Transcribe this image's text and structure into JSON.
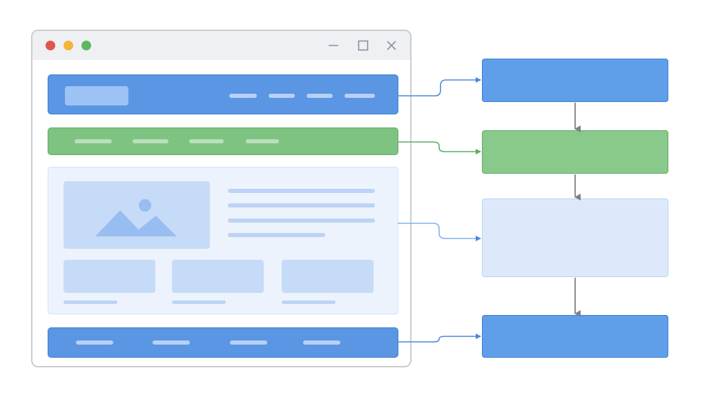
{
  "window": {
    "controls": {
      "close_color": "#e4544b",
      "minimize_color": "#f2b534",
      "maximize_color": "#5cb85c",
      "icons": [
        "minimize-icon",
        "maximize-icon",
        "close-icon"
      ]
    }
  },
  "wireframe": {
    "header": {
      "color": "#5a96e3",
      "nav_items": 4
    },
    "nav": {
      "color": "#7ec382",
      "items": 4
    },
    "content": {
      "color": "#ecf3fd",
      "image_icon": "image-icon",
      "text_lines": 4,
      "cards": 3
    },
    "footer": {
      "color": "#5a96e3",
      "items": 4
    }
  },
  "flow": {
    "boxes": [
      {
        "role": "header",
        "color": "#5f9ee8"
      },
      {
        "role": "nav",
        "color": "#89c98c"
      },
      {
        "role": "content",
        "color": "#dde9fb"
      },
      {
        "role": "footer",
        "color": "#5f9ee8"
      }
    ],
    "connector_colors": {
      "blue": "#4a86d8",
      "green": "#5faa64",
      "light": "#7fb0ea",
      "gray": "#7d8289"
    }
  }
}
